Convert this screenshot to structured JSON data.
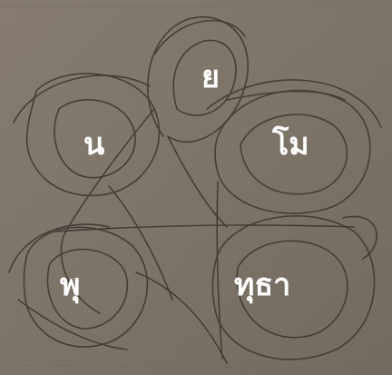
{
  "colors": {
    "cardboard": "#7d7468",
    "pencil": "#3a3530",
    "text": "#ffffff"
  },
  "words": {
    "top": "ย",
    "left": "น",
    "right": "โม",
    "bottom_left": "พุ",
    "bottom_right": "ทุธา"
  }
}
